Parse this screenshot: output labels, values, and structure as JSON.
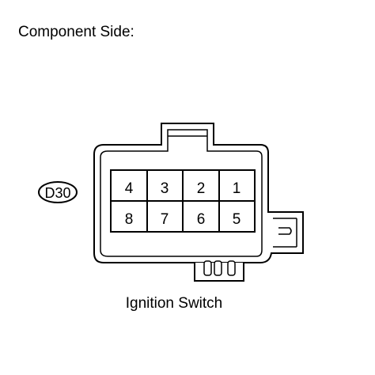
{
  "heading": "Component Side:",
  "connector": {
    "code": "D30",
    "caption": "Ignition Switch",
    "pins_top_row": [
      "4",
      "3",
      "2",
      "1"
    ],
    "pins_bottom_row": [
      "8",
      "7",
      "6",
      "5"
    ]
  }
}
